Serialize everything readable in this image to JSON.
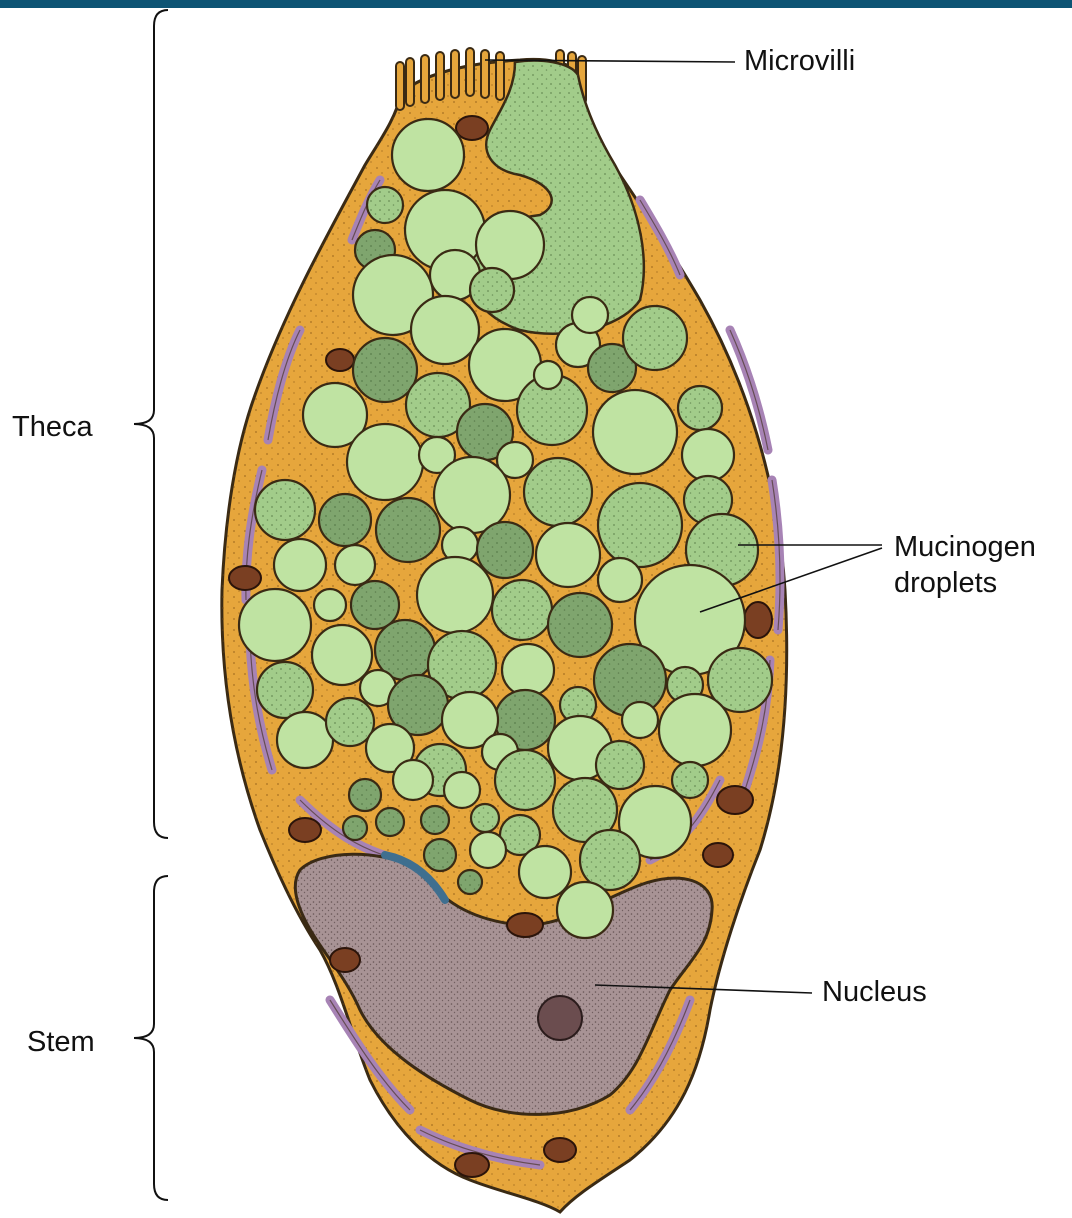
{
  "labels": {
    "microvilli": "Microvilli",
    "theca": "Theca",
    "mucinogen_line1": "Mucinogen",
    "mucinogen_line2": "droplets",
    "nucleus": "Nucleus",
    "stem": "Stem"
  },
  "colors": {
    "top_bar": "#0d5474",
    "cytoplasm": "#e6a63c",
    "cytoplasm_dark": "#b97a1f",
    "er_purple": "#a783b5",
    "droplet_light": "#bfe3a2",
    "droplet_mid": "#a2cc8a",
    "droplet_dark": "#7fa56e",
    "nucleus": "#a89395",
    "mitochondria": "#7a3f22",
    "outline": "#3a2a14",
    "leader_line": "#111111"
  }
}
